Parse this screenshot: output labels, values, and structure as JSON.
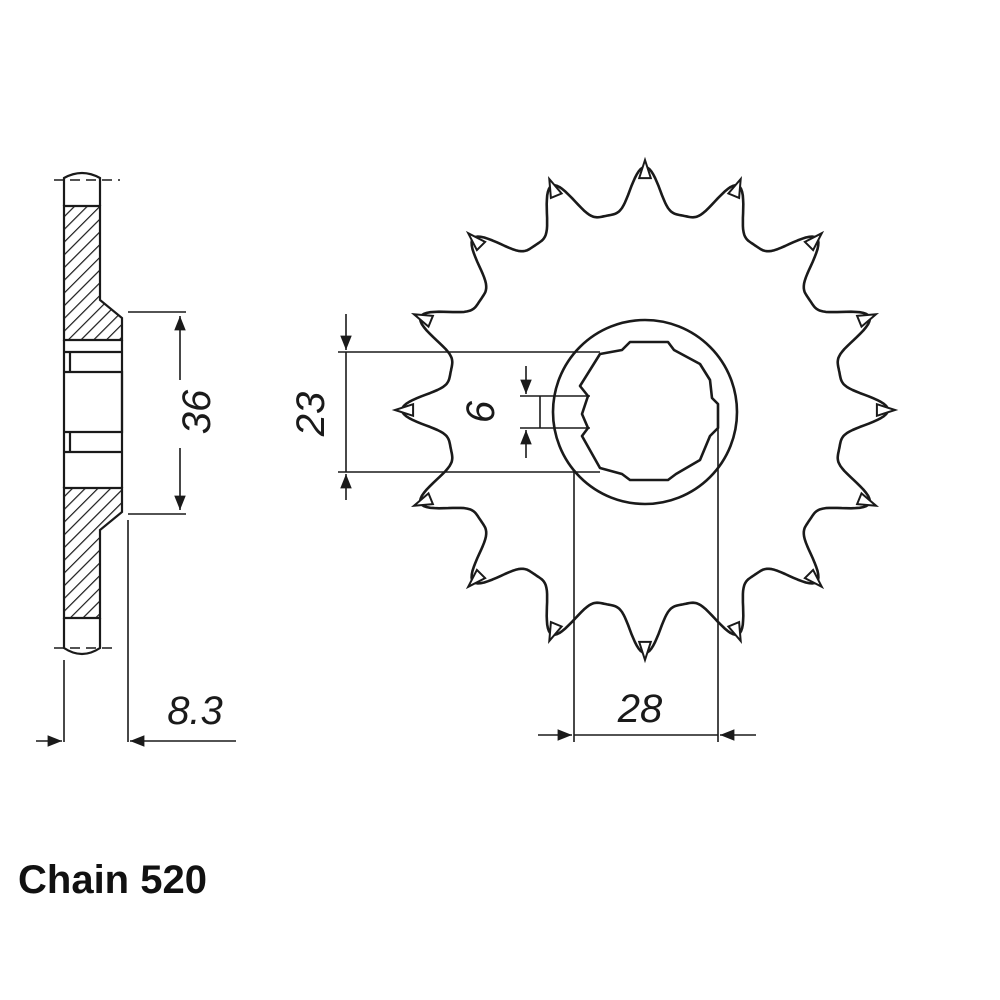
{
  "diagram": {
    "caption": "Chain 520",
    "dimensions": {
      "hub_diameter": "36",
      "thickness": "8.3",
      "spline_diameter": "23",
      "spline_width": "6",
      "bore_diameter": "28"
    },
    "sprocket": {
      "teeth": 16
    },
    "colors": {
      "line": "#1a1a1a",
      "background": "#ffffff"
    }
  }
}
